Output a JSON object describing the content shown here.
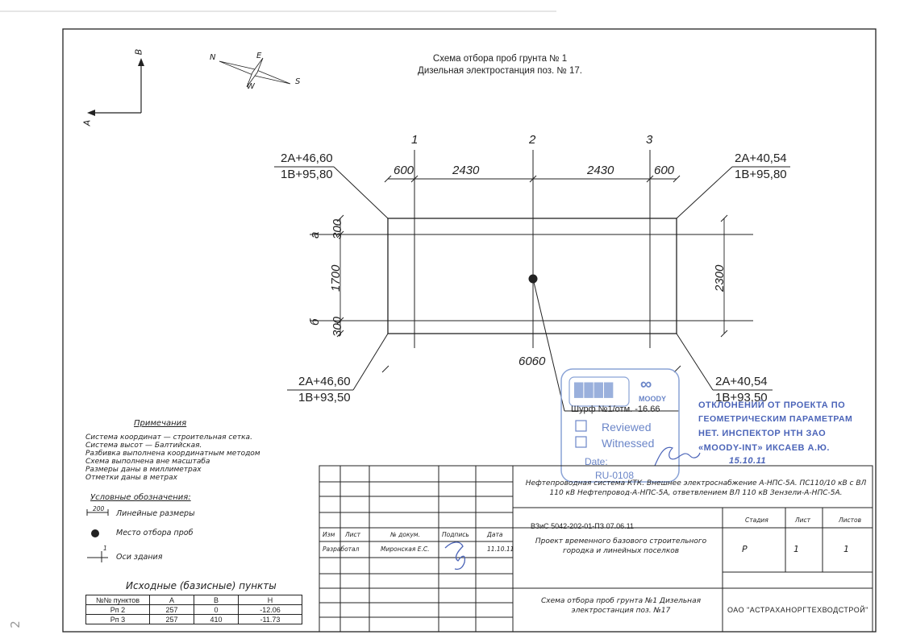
{
  "sheet_title": {
    "line1": "Схема отбора проб грунта № 1",
    "line2": "Дизельная электростанция поз. № 17."
  },
  "axes_indicator": {
    "a": "А",
    "b": "В"
  },
  "compass": {
    "n": "N",
    "e": "E",
    "w": "W",
    "s": "S"
  },
  "grid": {
    "columns": [
      "1",
      "2",
      "3"
    ],
    "rows": [
      "а",
      "б"
    ]
  },
  "dimensions": {
    "top": [
      "600",
      "2430",
      "2430",
      "600"
    ],
    "left": [
      "300",
      "1700",
      "300"
    ],
    "right": "2300",
    "bottom": "6060"
  },
  "corners": {
    "top_left": {
      "a": "2А+46,60",
      "b": "1В+95,80"
    },
    "top_right": {
      "a": "2А+40,54",
      "b": "1В+95,80"
    },
    "bottom_left": {
      "a": "2А+46,60",
      "b": "1В+93,50"
    },
    "bottom_right": {
      "a": "2А+40,54",
      "b": "1В+93,50"
    }
  },
  "pit_label": "Шурф №1/отм. -16.66",
  "review_stamp": {
    "reviewed": "Reviewed",
    "witnessed": "Witnessed",
    "date_label": "Date:",
    "code": "RU-0108",
    "logo": "MOODY"
  },
  "inspector_stamp": {
    "line1": "ОТКЛОНЕНИЙ ОТ ПРОЕКТА ПО",
    "line2": "ГЕОМЕТРИЧЕСКИМ ПАРАМЕТРАМ",
    "line3": "НЕТ. ИНСПЕКТОР НТН ЗАО",
    "line4": "«МООDY-INT» ИКСАЕВ А.Ю.",
    "date": "15.10.11"
  },
  "notes": {
    "heading": "Примечания",
    "lines": [
      "Система координат — строительная сетка.",
      "Система высот — Балтийская.",
      "Разбивка выполнена координатным методом",
      "Схема выполнена вне масштаба",
      "Размеры даны в миллиметрах",
      "Отметки даны в метрах"
    ]
  },
  "legend": {
    "heading": "Условные обозначения:",
    "items": [
      {
        "label": "Линейные размеры",
        "sample": "200"
      },
      {
        "label": "Место отбора проб",
        "sample": ""
      },
      {
        "label": "Оси здания",
        "sample": "1"
      }
    ]
  },
  "base_points": {
    "heading": "Исходные (базисные) пункты",
    "columns": [
      "№№ пунктов",
      "А",
      "В",
      "Н"
    ],
    "rows": [
      [
        "Рп 2",
        "257",
        "0",
        "-12.06"
      ],
      [
        "Рп 3",
        "257",
        "410",
        "-11.73"
      ]
    ]
  },
  "title_block": {
    "project": "Нефтепроводная система КТК. Внешнее электроснабжение А-НПС-5А. ПС110/10 кВ с ВЛ 110 кВ Нефтепровод-А-НПС-5А, ответвлением ВЛ 110 кВ Зензели-А-НПС-5А.",
    "code": "ВЗиС 5042-202-01-ПЗ 07.06.11",
    "header_cols": [
      "Изм",
      "Лист",
      "№ докум.",
      "Подпись",
      "Дата"
    ],
    "developer_role": "Разработал",
    "developer_name": "Миронская Е.С.",
    "developer_date": "11.10.11",
    "section_title": "Проект временного базового строительного городка и линейных поселков",
    "stage_label": "Стадия",
    "sheet_label": "Лист",
    "sheets_label": "Листов",
    "stage": "Р",
    "sheet": "1",
    "sheets": "1",
    "drawing_title": "Схема отбора проб грунта №1 Дизельная электростанция поз. №17",
    "company": "ОАО \"АСТРАХАНОРГТЕХВОДСТРОЙ\""
  },
  "page_number": "2"
}
